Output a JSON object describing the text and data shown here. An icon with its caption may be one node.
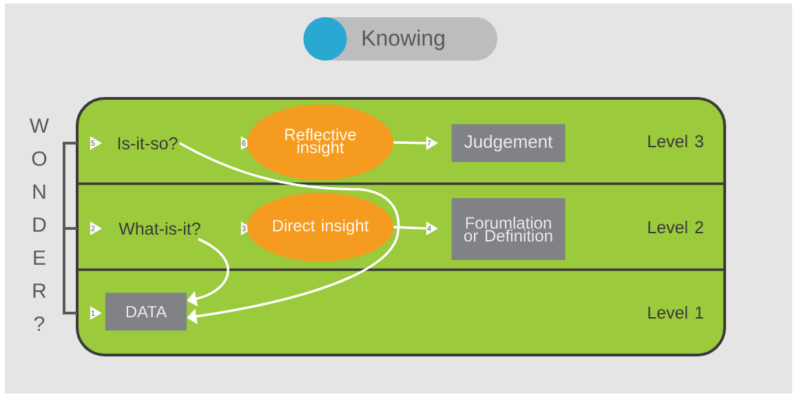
{
  "diagram": {
    "title": "Knowing",
    "nodes": [
      {
        "text": [
          "Level 3"
        ]
      },
      {
        "text": [
          "Level 2"
        ]
      },
      {
        "text": [
          "Level 1"
        ]
      },
      {
        "text": [
          "5"
        ],
        "in": 0
      },
      {
        "text": [
          "Is-it-so?"
        ],
        "in": 0
      },
      {
        "text": [
          "6"
        ],
        "in": 0
      },
      {
        "text": [
          "Reflective insight"
        ],
        "in": 0
      },
      {
        "text": [
          "7"
        ],
        "in": 0
      },
      {
        "text": [
          "Judgement"
        ],
        "in": 0
      },
      {
        "text": [
          "2"
        ],
        "in": 1
      },
      {
        "text": [
          "What-is-it?"
        ],
        "in": 1
      },
      {
        "text": [
          "3"
        ],
        "in": 1
      },
      {
        "text": [
          "Direct insight"
        ],
        "in": 1
      },
      {
        "text": [
          "4"
        ],
        "in": 1
      },
      {
        "text": [
          "Forumlation or Definition"
        ],
        "in": 1
      },
      {
        "text": [
          "1"
        ],
        "in": 2
      },
      {
        "text": [
          "DATA"
        ],
        "in": 2
      }
    ],
    "edges": [
      {
        "from": 6,
        "to": 7,
        "arrow": "none"
      },
      {
        "from": 12,
        "to": 13,
        "arrow": "none"
      },
      {
        "from": 4,
        "to": 16,
        "arrow": "to"
      },
      {
        "from": 10,
        "to": 16,
        "arrow": "to"
      }
    ],
    "labels": [
      "WONDER?"
    ]
  }
}
